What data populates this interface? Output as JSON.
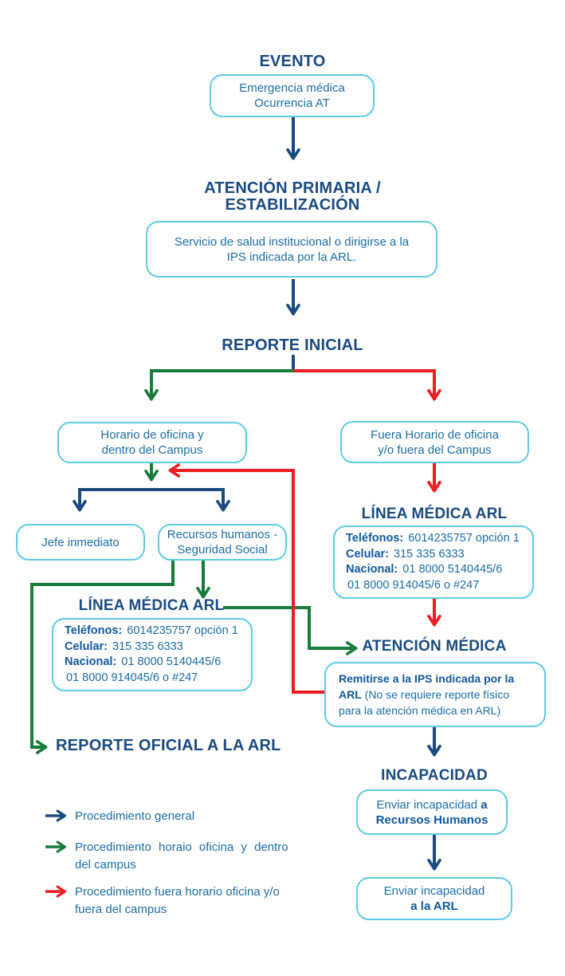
{
  "colors": {
    "navy": "#1a4a80",
    "blue": "#1b6da6",
    "blue_bold": "#11589c",
    "green": "#177c3b",
    "red": "#ee1c23",
    "border": "#5fcbe4"
  },
  "flow": {
    "evento": {
      "title": "EVENTO",
      "box": "Emergencia médica\nOcurrencia AT"
    },
    "atencion_primaria": {
      "title": "ATENCIÓN PRIMARIA /\nESTABILIZACIÓN",
      "box": "Servicio de salud institucional o dirigirse a la\nIPS indicada por la ARL."
    },
    "reporte_inicial": {
      "title": "REPORTE INICIAL"
    },
    "horario": {
      "box": "Horario de oficina y\ndentro del Campus"
    },
    "fuera_horario": {
      "box": "Fuera Horario de oficina\ny/o fuera del Campus"
    },
    "jefe": {
      "box": "Jefe inmediato"
    },
    "recursos": {
      "box": "Recursos humanos -\nSeguridad Social"
    },
    "linea_medica": {
      "title": "LÍNEA MÉDICA ARL",
      "lines": [
        {
          "label": "Teléfonos:",
          "value": " 6014235757 opción 1"
        },
        {
          "label": "Celular:",
          "value": " 315 335 6333"
        },
        {
          "label": "Nacional:",
          "value": " 01 8000 5140445/6"
        },
        {
          "label": "",
          "value": "01 8000 914045/6 o #247"
        }
      ]
    },
    "atencion_medica": {
      "title": "ATENCIÓN MÉDICA",
      "box_bold": "Remitirse a la IPS indicada por la ARL",
      "box_rest": " (No se requiere reporte físico para la atención médica en ARL)"
    },
    "reporte_oficial": {
      "title": "REPORTE OFICIAL A LA ARL"
    },
    "incapacidad": {
      "title": "INCAPACIDAD",
      "box1_pre": "Enviar incapacidad ",
      "box1_bold_a": "a",
      "box1_bold": "Recursos Humanos",
      "box2_line1": "Enviar incapacidad",
      "box2_bold": "a la ARL"
    }
  },
  "legend": {
    "items": [
      {
        "name": "general",
        "color": "navy",
        "lines": [
          "Procedimiento general",
          ""
        ]
      },
      {
        "name": "horario-oficina",
        "color": "green",
        "lines": [
          "Procedimiento horaio oficina y dentro",
          "del campus"
        ]
      },
      {
        "name": "fuera-horario",
        "color": "red",
        "lines": [
          "Procedimiento fuera horario oficina y/o",
          "fuera del campus"
        ]
      }
    ]
  }
}
